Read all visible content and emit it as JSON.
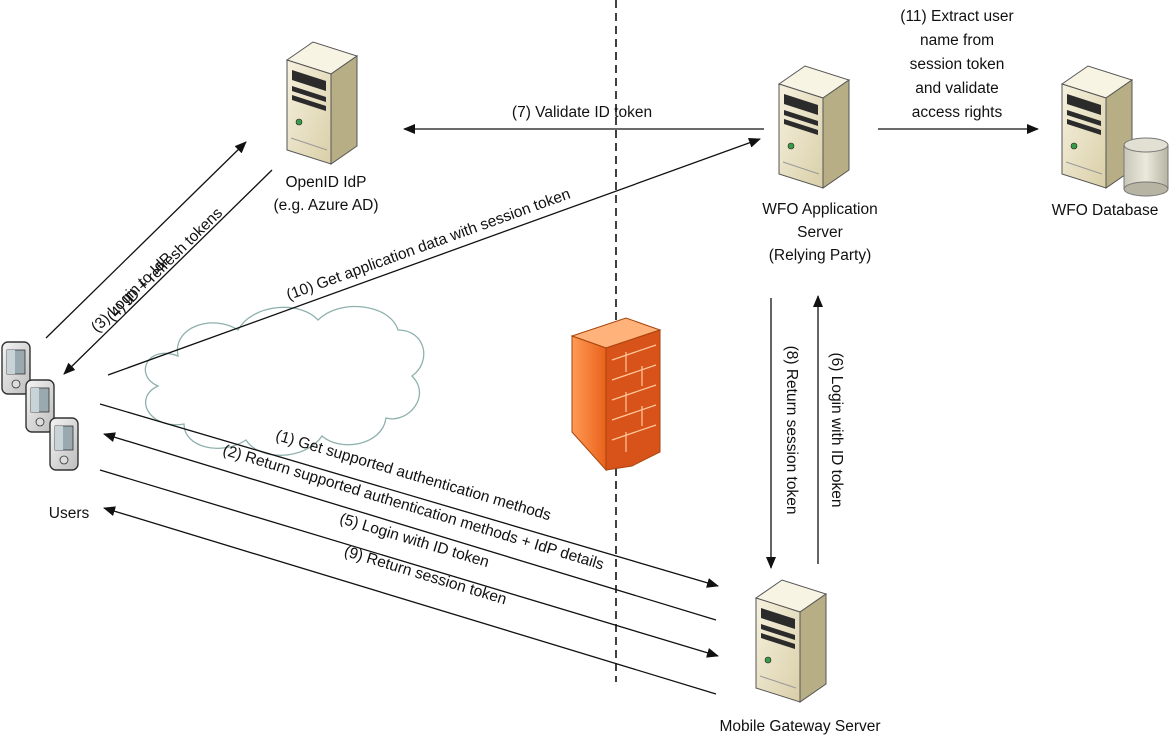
{
  "nodes": {
    "idp": {
      "line1": "OpenID IdP",
      "line2": "(e.g. Azure AD)"
    },
    "app_server": {
      "line1": "WFO Application",
      "line2": "Server",
      "line3": "(Relying Party)"
    },
    "database": {
      "label": "WFO Database"
    },
    "gateway": {
      "label": "Mobile Gateway Server"
    },
    "users": {
      "label": "Users"
    }
  },
  "steps": {
    "s1": "(1) Get supported authentication methods",
    "s2": "(2) Return supported authentication methods + IdP details",
    "s3": "(3) Login to IdP",
    "s4": "(4) ID + refresh tokens",
    "s5": "(5) Login with ID token",
    "s6": "(6) Login with ID token",
    "s7": "(7) Validate ID token",
    "s8": "(8) Return session token",
    "s9": "(9) Return session token",
    "s10": "(10) Get application data with session token",
    "s11_line1": "(11) Extract user",
    "s11_line2": "name from",
    "s11_line3": "session token",
    "s11_line4": "and validate",
    "s11_line5": "access rights"
  },
  "colors": {
    "line": "#111111",
    "firewall": "#f47a32",
    "cloud": "#9fb7b4",
    "server_body": "#efe8cf",
    "server_dark": "#2b2b2b"
  }
}
